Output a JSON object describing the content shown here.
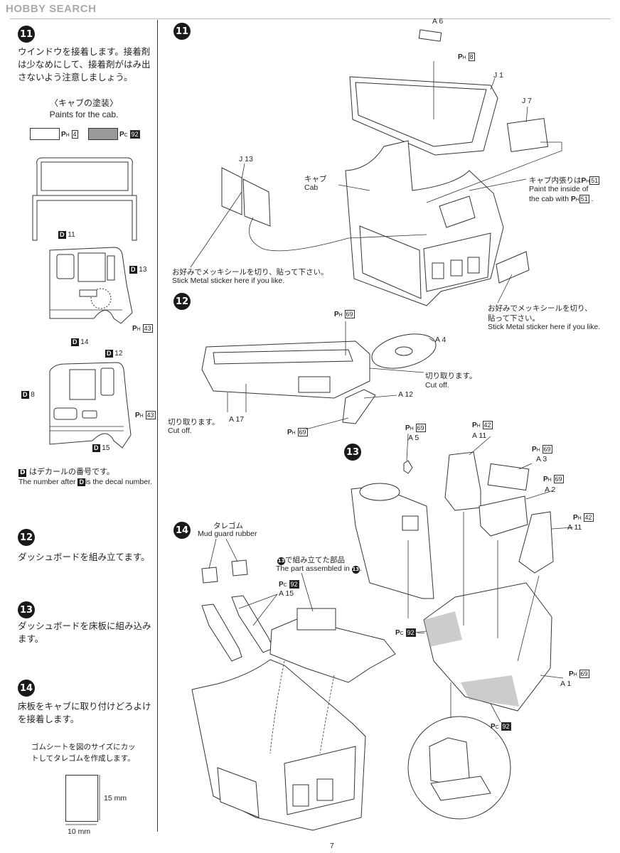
{
  "watermark": "HOBBY SEARCH",
  "page_number": "7",
  "left": {
    "step11": {
      "badge": "11",
      "text": "ウインドウを接着します。接着剤は少なめにして、接着剤がはみ出さないよう注意しましょう。"
    },
    "paints_title_jp": "〈キャブの塗装〉",
    "paints_title_en": "Paints for the cab.",
    "swatch1_code": "4",
    "swatch2_code": "92",
    "decal_labels": [
      "11",
      "13",
      "43",
      "14",
      "12",
      "8",
      "43",
      "15"
    ],
    "decal_note_jp": "はデカールの番号です。",
    "decal_note_en_prefix": "The number after",
    "decal_note_en_suffix": "is the decal number.",
    "step12": {
      "badge": "12",
      "text": "ダッシュボードを組み立てます。"
    },
    "step13": {
      "badge": "13",
      "text": "ダッシュボードを床板に組み込みます。"
    },
    "step14": {
      "badge": "14",
      "text": "床板をキャブに取り付けどろよけを接着します。"
    },
    "rubber_note": "ゴムシートを図のサイズにカットしてタレゴムを作成します。",
    "dim_height": "15 mm",
    "dim_width": "10 mm"
  },
  "right": {
    "step11_badge": "11",
    "step12_badge": "12",
    "step13_badge": "13",
    "step14_badge": "14",
    "a6": "A",
    "a6_num": "6",
    "ph8": "8",
    "j1": "J",
    "j1_num": "1",
    "j7": "J",
    "j7_num": "7",
    "j13": "J",
    "j13_num": "13",
    "cab_jp": "キャブ",
    "cab_en": "Cab",
    "inside_jp": "キャブ内張りは",
    "inside_code": "51",
    "inside_en1": "Paint the inside of",
    "inside_en2": "the cab with",
    "inside_code2": "51",
    "sticker_left_jp": "お好みでメッキシールを切り、貼って下さい。",
    "sticker_left_en": "Stick Metal sticker here if you like.",
    "sticker_right_jp1": "お好みでメッキシールを切り、",
    "sticker_right_jp2": "貼って下さい。",
    "sticker_right_en": "Stick Metal sticker here if you like.",
    "ph69a": "69",
    "a4": "A",
    "a4_num": "4",
    "cutoff_right_jp": "切り取ります。",
    "cutoff_right_en": "Cut off.",
    "a12": "A",
    "a12_num": "12",
    "cutoff_left_jp": "切り取ります。",
    "cutoff_left_en": "Cut off.",
    "a17": "A",
    "a17_num": "17",
    "ph69b": "69",
    "ph69c": "69",
    "a5": "A",
    "a5_num": "5",
    "ph42a": "42",
    "a11a": "A",
    "a11a_num": "11",
    "ph69d": "69",
    "a3": "A",
    "a3_num": "3",
    "ph69e": "69",
    "a2": "A",
    "a2_num": "2",
    "ph42b": "42",
    "a11b": "A",
    "a11b_num": "11",
    "pc92a": "92",
    "ph69f": "69",
    "a1": "A",
    "a1_num": "1",
    "pc92b": "92",
    "mudguard_jp": "タレゴム",
    "mudguard_en": "Mud guard rubber",
    "assembled_jp": "で組み立てた部品",
    "assembled_en": "The part assembled in",
    "pc92c": "92",
    "a15": "A",
    "a15_num": "15"
  }
}
